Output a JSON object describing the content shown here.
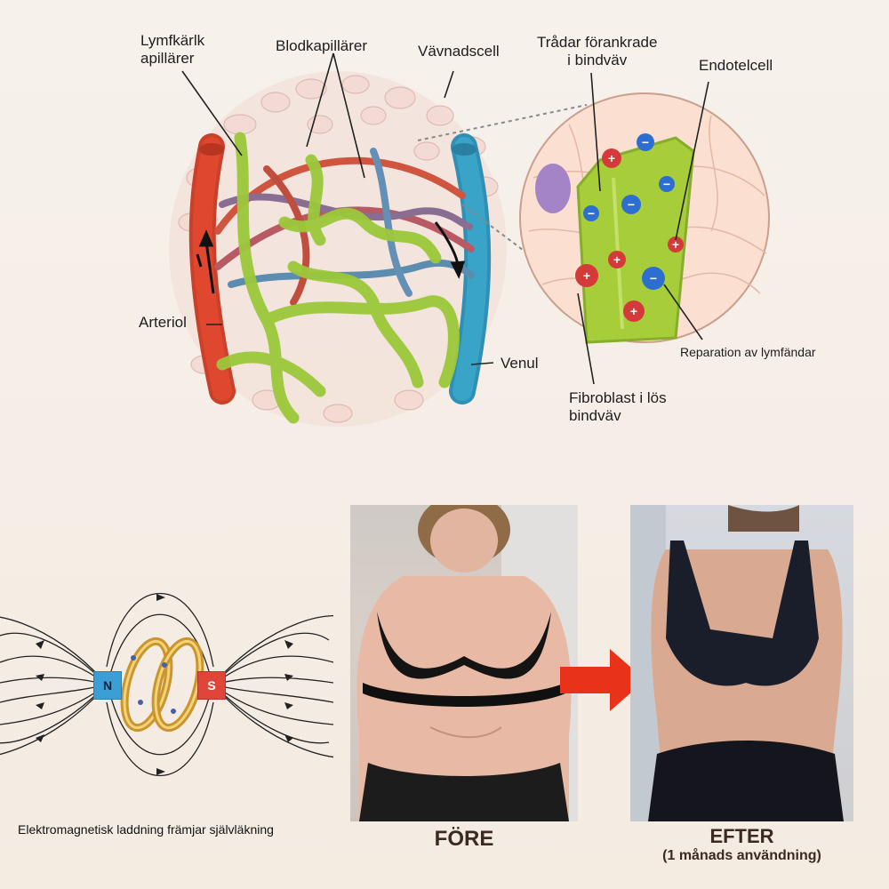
{
  "diagram": {
    "labels": {
      "lymph": "Lymfkärlk\napillärer",
      "blood": "Blodkapillärer",
      "tissue": "Vävnadscell",
      "threads": "Trådar förankrade\ni bindväv",
      "endothelial": "Endotelcell",
      "arteriole": "Arteriol",
      "venule": "Venul",
      "repair": "Reparation av lymfändar",
      "fibroblast": "Fibroblast i lös\nbindväv"
    },
    "magnet": {
      "north": "N",
      "south": "S",
      "caption": "Elektromagnetisk laddning främjar självläkning"
    }
  },
  "comparison": {
    "before": "FÖRE",
    "after": "EFTER",
    "after_note": "(1 månads användning)"
  },
  "colors": {
    "artery": "#e0472f",
    "vein": "#3aa3c8",
    "lymph": "#9cc83a",
    "arrow": "#e8321a",
    "magnet_n": "#3b9fd6",
    "magnet_s": "#e0453a"
  }
}
